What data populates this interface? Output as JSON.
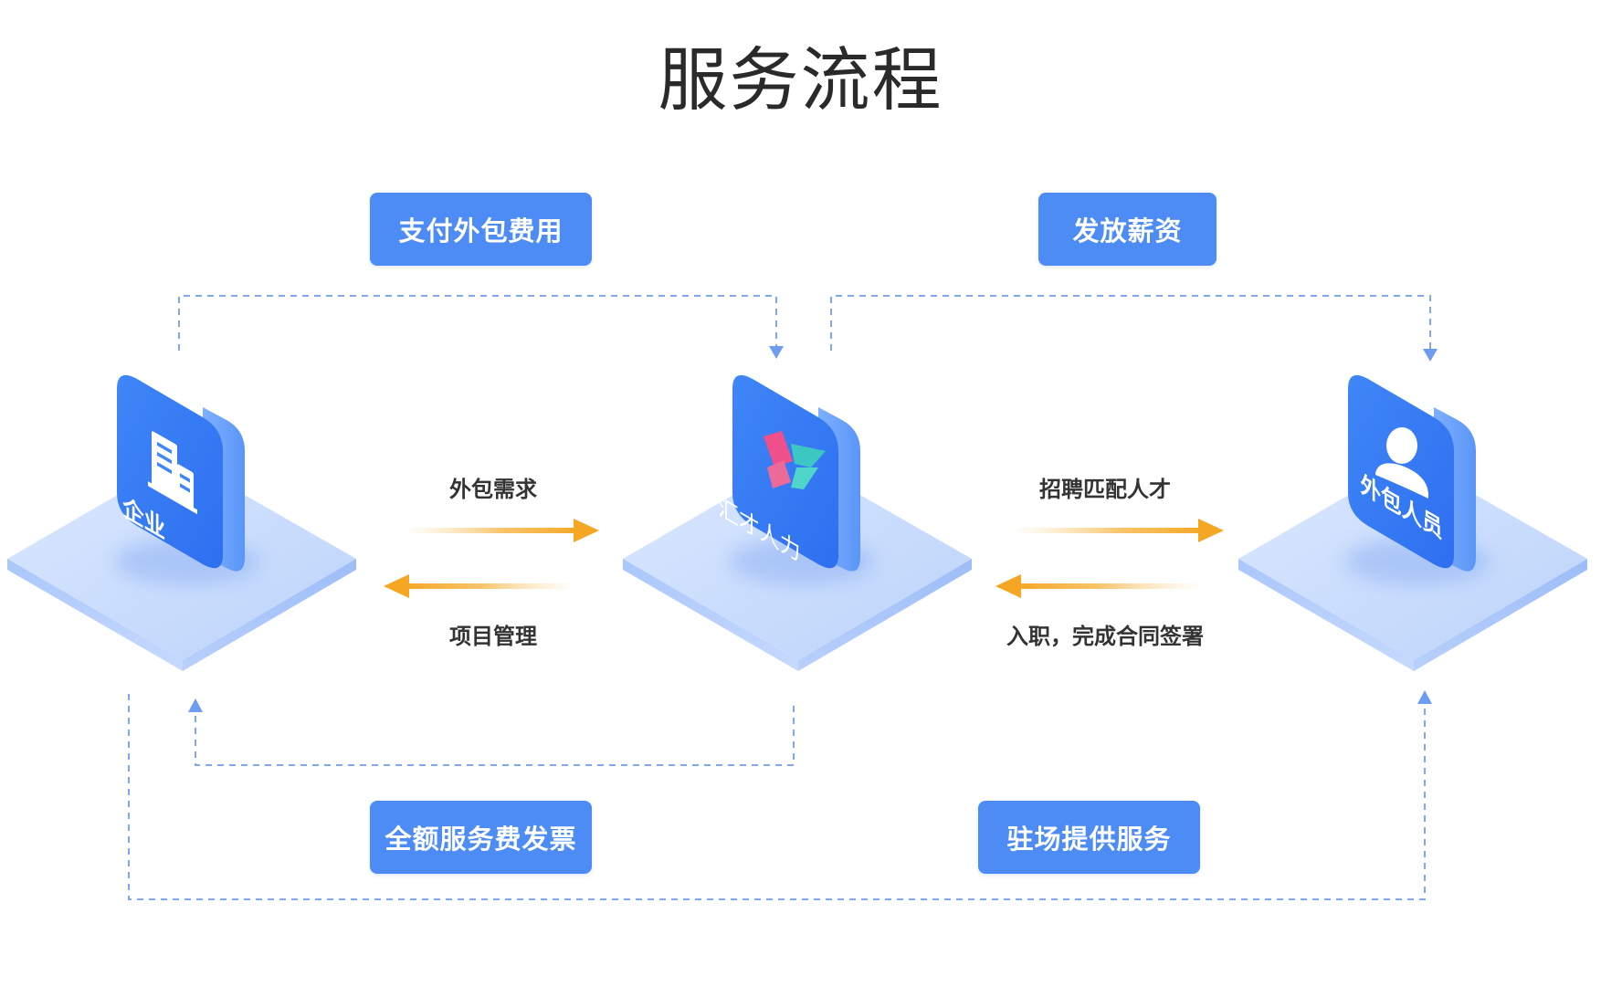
{
  "title": "服务流程",
  "nodes": {
    "enterprise": {
      "label": "企业",
      "icon": "building-icon"
    },
    "platform": {
      "label": "汇才人力",
      "icon": "huicai-logo"
    },
    "staff": {
      "label": "外包人员",
      "icon": "person-icon"
    }
  },
  "pills": {
    "pay_fee": "支付外包费用",
    "issue_salary": "发放薪资",
    "invoice": "全额服务费发票",
    "onsite": "驻场提供服务"
  },
  "flows": {
    "demand": "外包需求",
    "project_mgmt": "项目管理",
    "recruit": "招聘匹配人才",
    "onboard": "入职，完成合同签署"
  },
  "colors": {
    "accent_blue": "#4d8cf5",
    "platform_light": "#c9dcff",
    "arrow_orange": "#f5a623",
    "dash_line": "#7fa8f0"
  }
}
